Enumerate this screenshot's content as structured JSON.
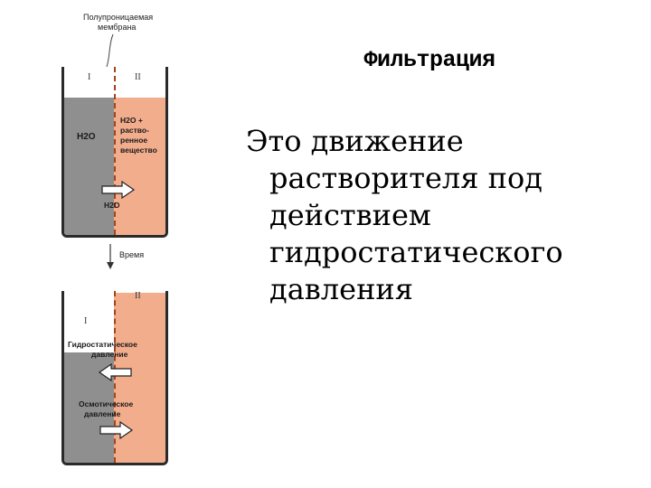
{
  "slide": {
    "title": "Фильтрация",
    "body": "Это движение растворителя под действием гидростатического давления"
  },
  "diagram": {
    "membrane_label_line1": "Полупроницаемая",
    "membrane_label_line2": "мембрана",
    "time_label": "Время",
    "top_beaker": {
      "region_left": "I",
      "region_right": "II",
      "left_text": "H2O",
      "right_text_line1": "H2O +",
      "right_text_line2": "раство-",
      "right_text_line3": "ренное",
      "right_text_line4": "вещество",
      "flow_label": "H2O"
    },
    "bottom_beaker": {
      "region_left": "I",
      "region_right": "II",
      "hydro_line1": "Гидростатическое",
      "hydro_line2": "давление",
      "osmo_line1": "Осмотическое",
      "osmo_line2": "давление"
    },
    "colors": {
      "solvent": "#8f8f8f",
      "solution": "#f2ad8d",
      "membrane": "#a0451f"
    }
  }
}
